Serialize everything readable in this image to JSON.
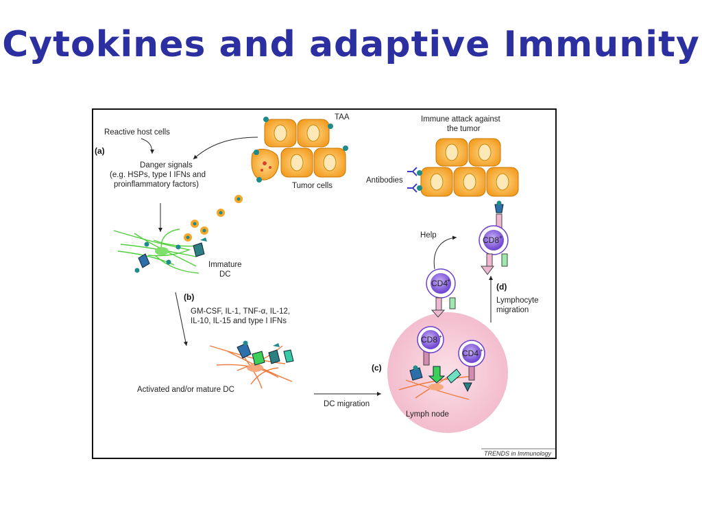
{
  "slide": {
    "title": "Cytokines and adaptive Immunity"
  },
  "figure": {
    "panels": {
      "a": "(a)",
      "b": "(b)",
      "c": "(c)",
      "d": "(d)"
    },
    "labels": {
      "reactive_host_cells": "Reactive host cells",
      "danger_signals_1": "Danger signals",
      "danger_signals_2": "(e.g. HSPs, type I IFNs and",
      "danger_signals_3": "proinflammatory factors)",
      "taa": "TAA",
      "tumor_cells": "Tumor cells",
      "immune_attack_1": "Immune attack against",
      "immune_attack_2": "the tumor",
      "antibodies": "Antibodies",
      "immature_dc_1": "Immature",
      "immature_dc_2": "DC",
      "cytokines_1": "GM-CSF, IL-1, TNF-α, IL-12,",
      "cytokines_2": "IL-10, IL-15 and type I IFNs",
      "activated_dc": "Activated and/or mature DC",
      "dc_migration": "DC migration",
      "lymph_node": "Lymph node",
      "help": "Help",
      "lymphocyte_migration_1": "Lymphocyte",
      "lymphocyte_migration_2": "migration",
      "source": "TRENDS in Immunology"
    },
    "cells": {
      "cd8": "CD8",
      "cd4": "CD4",
      "plus": "+"
    },
    "colors": {
      "title": "#2b2fa0",
      "tumor_cell": "#f5a623",
      "tumor_nucleus": "#fde9b8",
      "immature_dc": "#5bd24a",
      "mature_dc": "#f07a3a",
      "lymph_node": "#f5c9d6",
      "cd_cell": "#7b4fd6",
      "receptor_teal": "#1f8a8c"
    }
  }
}
